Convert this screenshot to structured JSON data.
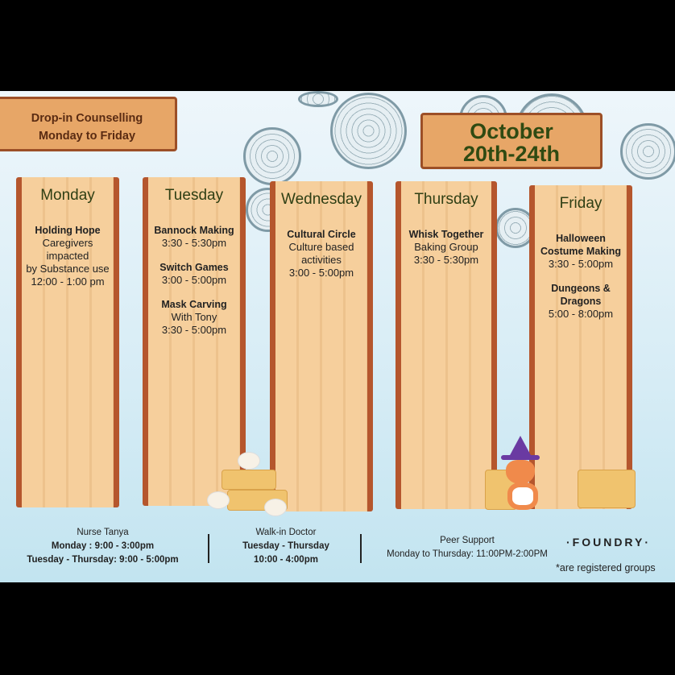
{
  "header": {
    "drop_in_line1": "Drop-in Counselling",
    "drop_in_line2": "Monday to Friday",
    "date_line1": "October",
    "date_line2": "20th-24th"
  },
  "days": [
    {
      "name": "Monday",
      "events": [
        {
          "title": "Holding Hope",
          "lines": [
            "Caregivers impacted",
            "by Substance use",
            "12:00 - 1:00 pm"
          ]
        }
      ]
    },
    {
      "name": "Tuesday",
      "events": [
        {
          "title": "Bannock Making",
          "lines": [
            "3:30 - 5:30pm"
          ]
        },
        {
          "title": "Switch Games",
          "lines": [
            "3:00 - 5:00pm"
          ]
        },
        {
          "title": "Mask Carving",
          "lines": [
            "With Tony",
            "3:30 - 5:00pm"
          ]
        }
      ]
    },
    {
      "name": "Wednesday",
      "events": [
        {
          "title": "Cultural Circle",
          "lines": [
            "Culture based",
            "activities",
            "3:00 - 5:00pm"
          ]
        }
      ]
    },
    {
      "name": "Thursday",
      "events": [
        {
          "title": "Whisk Together",
          "lines": [
            "Baking Group",
            "3:30 - 5:30pm"
          ]
        }
      ]
    },
    {
      "name": "Friday",
      "events": [
        {
          "title": "Halloween Costume Making",
          "lines": [
            "3:30 - 5:00pm"
          ]
        },
        {
          "title": "Dungeons & Dragons",
          "lines": [
            "5:00 - 8:00pm"
          ]
        }
      ]
    }
  ],
  "footer": {
    "nurse": {
      "title": "Nurse Tanya",
      "line1": "Monday : 9:00 - 3:00pm",
      "line2": "Tuesday - Thursday: 9:00 - 5:00pm"
    },
    "doctor": {
      "title": "Walk-in Doctor",
      "line1": "Tuesday - Thursday",
      "line2": "10:00 - 4:00pm"
    },
    "peer": {
      "title": "Peer Support",
      "line1": "Monday to Thursday: 11:00PM-2:00PM"
    },
    "logo": "·FOUNDRY·",
    "note": "*are registered groups"
  }
}
